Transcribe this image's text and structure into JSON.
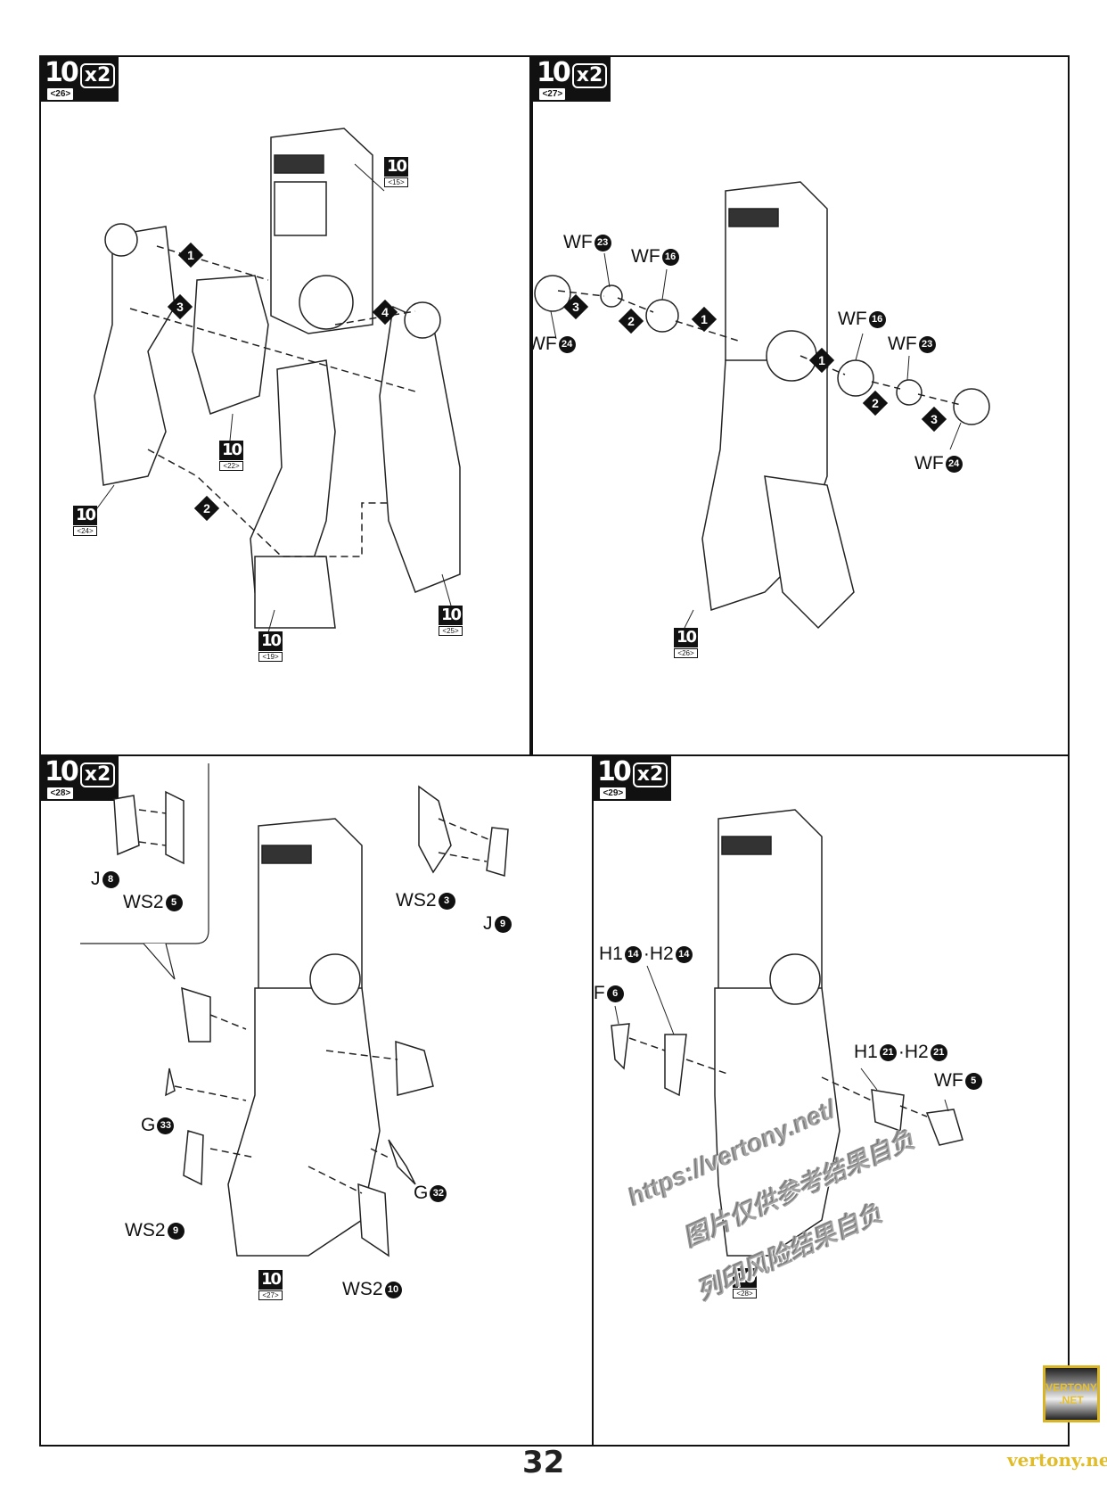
{
  "page": {
    "page_number": "32",
    "watermark": {
      "url": "https://vertony.net/",
      "line1": "图片仅供参考，",
      "line2": "图片仅供参考结果自负",
      "line3": "列印风险结果自负",
      "badge_line1": "VERTONY",
      "badge_line2": ".NET",
      "footer_url": "vertony.net"
    }
  },
  "panels": [
    {
      "step": "10",
      "sub": "<26>",
      "multiplier": "x2",
      "refs": [
        {
          "num": "10",
          "sub": "<15>"
        },
        {
          "num": "10",
          "sub": "<22>"
        },
        {
          "num": "10",
          "sub": "<24>"
        },
        {
          "num": "10",
          "sub": "<19>"
        },
        {
          "num": "10",
          "sub": "<25>"
        }
      ],
      "order_markers": [
        "1",
        "3",
        "4",
        "2"
      ]
    },
    {
      "step": "10",
      "sub": "<27>",
      "multiplier": "x2",
      "labels": [
        {
          "text": "WF",
          "num": "23"
        },
        {
          "text": "WF",
          "num": "16"
        },
        {
          "text": "WF",
          "num": "24"
        },
        {
          "text": "WF",
          "num": "16"
        },
        {
          "text": "WF",
          "num": "23"
        },
        {
          "text": "WF",
          "num": "24"
        }
      ],
      "order_markers": [
        "3",
        "2",
        "1",
        "1",
        "2",
        "3"
      ],
      "refs": [
        {
          "num": "10",
          "sub": "<26>"
        }
      ]
    },
    {
      "step": "10",
      "sub": "<28>",
      "multiplier": "x2",
      "labels": [
        {
          "text": "J",
          "num": "8"
        },
        {
          "text": "WS2",
          "num": "5"
        },
        {
          "text": "WS2",
          "num": "3"
        },
        {
          "text": "J",
          "num": "9"
        },
        {
          "text": "G",
          "num": "33"
        },
        {
          "text": "WS2",
          "num": "9"
        },
        {
          "text": "G",
          "num": "32"
        },
        {
          "text": "WS2",
          "num": "10"
        }
      ],
      "refs": [
        {
          "num": "10",
          "sub": "<27>"
        }
      ]
    },
    {
      "step": "10",
      "sub": "<29>",
      "multiplier": "x2",
      "labels": [
        {
          "text": "H1",
          "num": "14",
          "text2": "·H2",
          "num2": "14"
        },
        {
          "text": "WF",
          "num": "6"
        },
        {
          "text": "H1",
          "num": "21",
          "text2": "·H2",
          "num2": "21"
        },
        {
          "text": "WF",
          "num": "5"
        }
      ],
      "refs": [
        {
          "num": "10",
          "sub": "<28>"
        }
      ]
    }
  ]
}
